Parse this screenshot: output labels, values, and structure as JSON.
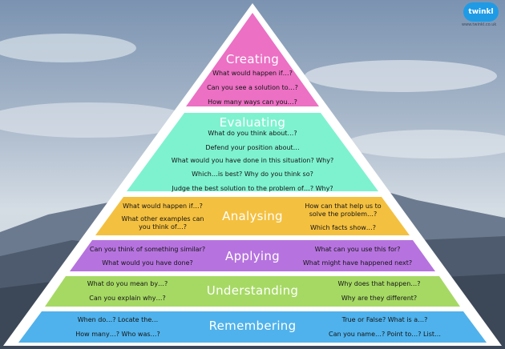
{
  "brand": {
    "logo": "twinkl",
    "url": "www.twinkl.co.uk"
  },
  "colors": {
    "creating": "#ec70c4",
    "evaluating": "#7ef2cf",
    "analysing": "#f4c03f",
    "applying": "#b673df",
    "understanding": "#a6d964",
    "remembering": "#4fb2ec",
    "sky_top": "#7f97b4",
    "sky_mid": "#c7d3de",
    "mountain": "#5f6f86"
  },
  "levels": {
    "creating": {
      "title": "Creating",
      "q1": "What would happen if…?",
      "q2": "Can you see a solution to…?",
      "q3": "How many ways can you…?"
    },
    "evaluating": {
      "title": "Evaluating",
      "q1": "What do you think about…?",
      "q2": "Defend your position about…",
      "q3": "What would you have done in this situation? Why?",
      "q4": "Which…is best? Why do you think so?",
      "q5": "Judge the best solution to the problem of…? Why?"
    },
    "analysing": {
      "title": "Analysing",
      "left1": "What would happen if…?",
      "left2": "What other examples can you think of…?",
      "right1": "How can that help us to solve the problem…?",
      "right2": "Which facts show…?"
    },
    "applying": {
      "title": "Applying",
      "left1": "Can you think of something similar?",
      "left2": "What would you have done?",
      "right1": "What can you use this for?",
      "right2": "What might have happened next?"
    },
    "understanding": {
      "title": "Understanding",
      "left1": "What do you mean by…?",
      "left2": "Can you explain why…?",
      "right1": "Why does that happen…?",
      "right2": "Why are they different?"
    },
    "remembering": {
      "title": "Remembering",
      "left1": "When do…? Locate the…",
      "left2": "How many…? Who was…?",
      "right1": "True or False? What is a…?",
      "right2": "Can you name…? Point to…? List…"
    }
  }
}
